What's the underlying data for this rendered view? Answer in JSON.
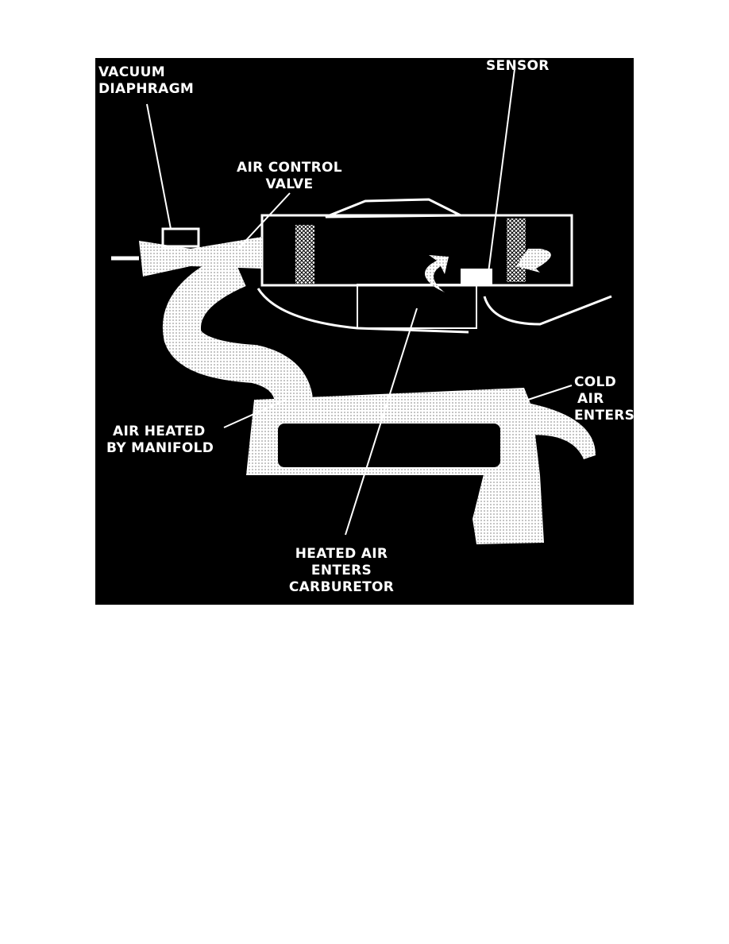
{
  "labels": {
    "vacuum_diaphragm": [
      "VACUUM",
      "DIAPHRAGM"
    ],
    "sensor": "SENSOR",
    "air_control_valve": [
      "AIR CONTROL",
      "VALVE"
    ],
    "cold_air_enters": [
      "COLD",
      "AIR",
      "ENTERS"
    ],
    "air_heated_by_manifold": [
      "AIR HEATED",
      "BY MANIFOLD"
    ],
    "heated_air_enters_carburetor": [
      "HEATED AIR",
      "ENTERS",
      "CARBURETOR"
    ]
  }
}
